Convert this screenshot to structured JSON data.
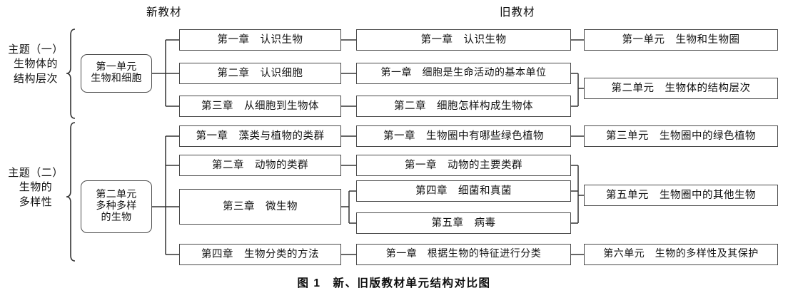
{
  "figure": {
    "caption": "图 1　新、旧版教材单元结构对比图"
  },
  "headers": {
    "new_textbook": "新教材",
    "old_textbook": "旧教材"
  },
  "themes": [
    {
      "id": "theme-1",
      "line1": "主题（一）",
      "line2": "生物体的",
      "line3": "结构层次"
    },
    {
      "id": "theme-2",
      "line1": "主题（二）",
      "line2": "生物的",
      "line3": "多样性"
    }
  ],
  "new_units": [
    {
      "id": "unit-1",
      "line1": "第一单元",
      "line2": "生物和细胞",
      "line3": ""
    },
    {
      "id": "unit-2",
      "line1": "第二单元",
      "line2": "多种多样",
      "line3": "的生物"
    }
  ],
  "new_chapters": [
    {
      "id": "new-ch-1-1",
      "label": "第一章　认识生物"
    },
    {
      "id": "new-ch-1-2",
      "label": "第二章　认识细胞"
    },
    {
      "id": "new-ch-1-3",
      "label": "第三章　从细胞到生物体"
    },
    {
      "id": "new-ch-2-1",
      "label": "第一章　藻类与植物的类群"
    },
    {
      "id": "new-ch-2-2",
      "label": "第二章　动物的类群"
    },
    {
      "id": "new-ch-2-3",
      "label": "第三章　微生物"
    },
    {
      "id": "new-ch-2-4",
      "label": "第四章　生物分类的方法"
    }
  ],
  "old_chapters": [
    {
      "id": "old-ch-1",
      "label": "第一章　认识生物"
    },
    {
      "id": "old-ch-2",
      "label": "第一章　细胞是生命活动的基本单位"
    },
    {
      "id": "old-ch-3",
      "label": "第二章　细胞怎样构成生物体"
    },
    {
      "id": "old-ch-4",
      "label": "第一章　生物圈中有哪些绿色植物"
    },
    {
      "id": "old-ch-5",
      "label": "第一章　动物的主要类群"
    },
    {
      "id": "old-ch-6",
      "label": "第四章　细菌和真菌"
    },
    {
      "id": "old-ch-7",
      "label": "第五章　病毒"
    },
    {
      "id": "old-ch-8",
      "label": "第一章　根据生物的特征进行分类"
    }
  ],
  "old_units": [
    {
      "id": "old-unit-1",
      "label": "第一单元　生物和生物圈"
    },
    {
      "id": "old-unit-2",
      "label": "第二单元　生物体的结构层次"
    },
    {
      "id": "old-unit-3",
      "label": "第三单元　生物圈中的绿色植物"
    },
    {
      "id": "old-unit-5",
      "label": "第五单元　生物圈中的其他生物"
    },
    {
      "id": "old-unit-6",
      "label": "第六单元　生物的多样性及其保护"
    }
  ],
  "colors": {
    "box_border": "#4a4a4a",
    "connector": "#333333",
    "text": "#111111",
    "background": "#ffffff"
  }
}
